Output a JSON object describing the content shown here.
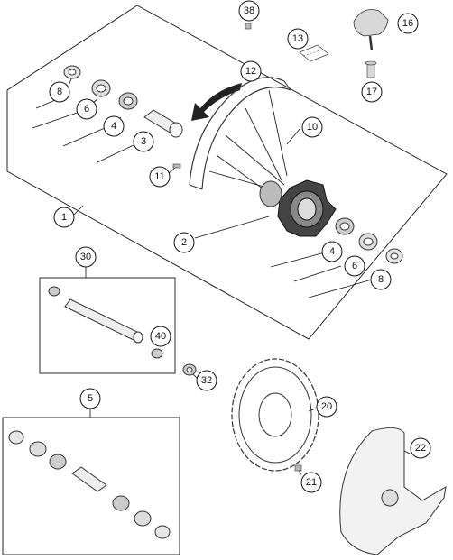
{
  "callouts": [
    {
      "id": "1",
      "label": "1"
    },
    {
      "id": "2",
      "label": "2"
    },
    {
      "id": "3",
      "label": "3"
    },
    {
      "id": "4a",
      "label": "4"
    },
    {
      "id": "4b",
      "label": "4"
    },
    {
      "id": "5",
      "label": "5"
    },
    {
      "id": "6a",
      "label": "6"
    },
    {
      "id": "6b",
      "label": "6"
    },
    {
      "id": "8a",
      "label": "8"
    },
    {
      "id": "8b",
      "label": "8"
    },
    {
      "id": "10",
      "label": "10"
    },
    {
      "id": "11",
      "label": "11"
    },
    {
      "id": "12",
      "label": "12"
    },
    {
      "id": "13",
      "label": "13"
    },
    {
      "id": "16",
      "label": "16"
    },
    {
      "id": "17",
      "label": "17"
    },
    {
      "id": "20",
      "label": "20"
    },
    {
      "id": "21",
      "label": "21"
    },
    {
      "id": "22",
      "label": "22"
    },
    {
      "id": "30",
      "label": "30"
    },
    {
      "id": "32",
      "label": "32"
    },
    {
      "id": "38",
      "label": "38"
    },
    {
      "id": "40",
      "label": "40"
    }
  ]
}
